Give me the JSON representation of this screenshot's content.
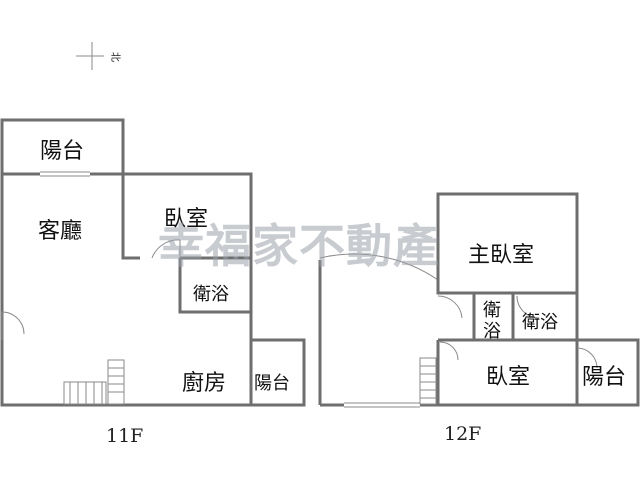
{
  "compass": {
    "north_label": "北"
  },
  "floor_11": {
    "label": "11F",
    "rooms": {
      "balcony_top": "陽台",
      "living": "客廳",
      "bedroom": "臥室",
      "bathroom": "衛浴",
      "kitchen": "廚房",
      "balcony_side": "陽台"
    }
  },
  "floor_12": {
    "label": "12F",
    "rooms": {
      "master_bedroom": "主臥室",
      "bathroom_small_line1": "衛",
      "bathroom_small_line2": "浴",
      "bathroom": "衛浴",
      "bedroom": "臥室",
      "balcony": "陽台"
    }
  },
  "watermark": "幸福家不動產"
}
